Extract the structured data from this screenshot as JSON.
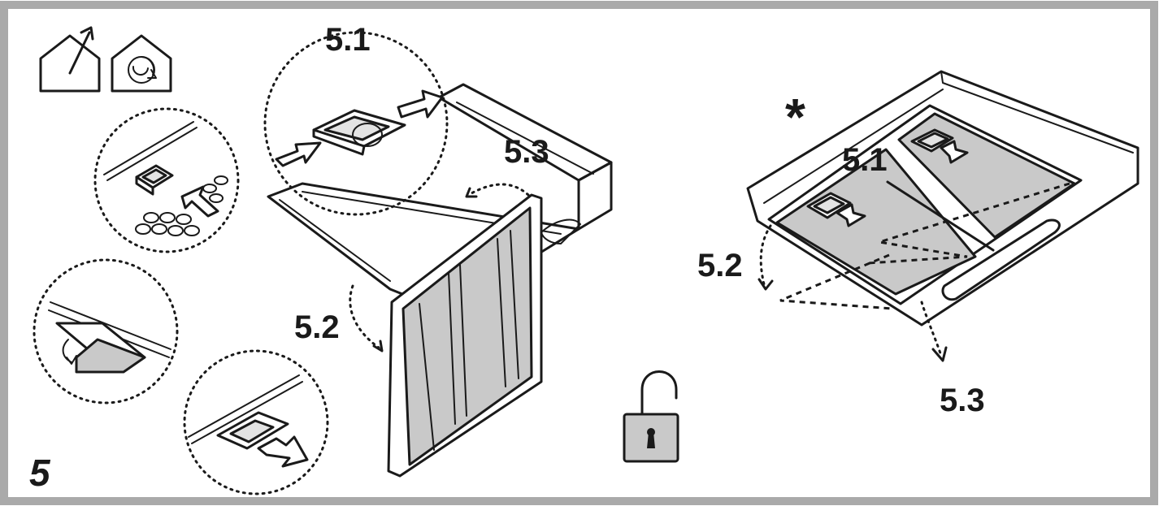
{
  "diagram": {
    "step_number": "5",
    "left_assembly": {
      "label_5_1": "5.1",
      "label_5_2": "5.2",
      "label_5_3": "5.3"
    },
    "right_assembly": {
      "marker": "*",
      "label_5_1": "5.1",
      "label_5_2": "5.2",
      "label_5_3": "5.3"
    },
    "icons": [
      "extraction-mode-icon",
      "recirculation-mode-icon",
      "unlocked-padlock-icon"
    ],
    "colors": {
      "frame": "#aaaaaa",
      "line": "#1a1a1a",
      "panel_fill": "#c9c9c9"
    }
  }
}
